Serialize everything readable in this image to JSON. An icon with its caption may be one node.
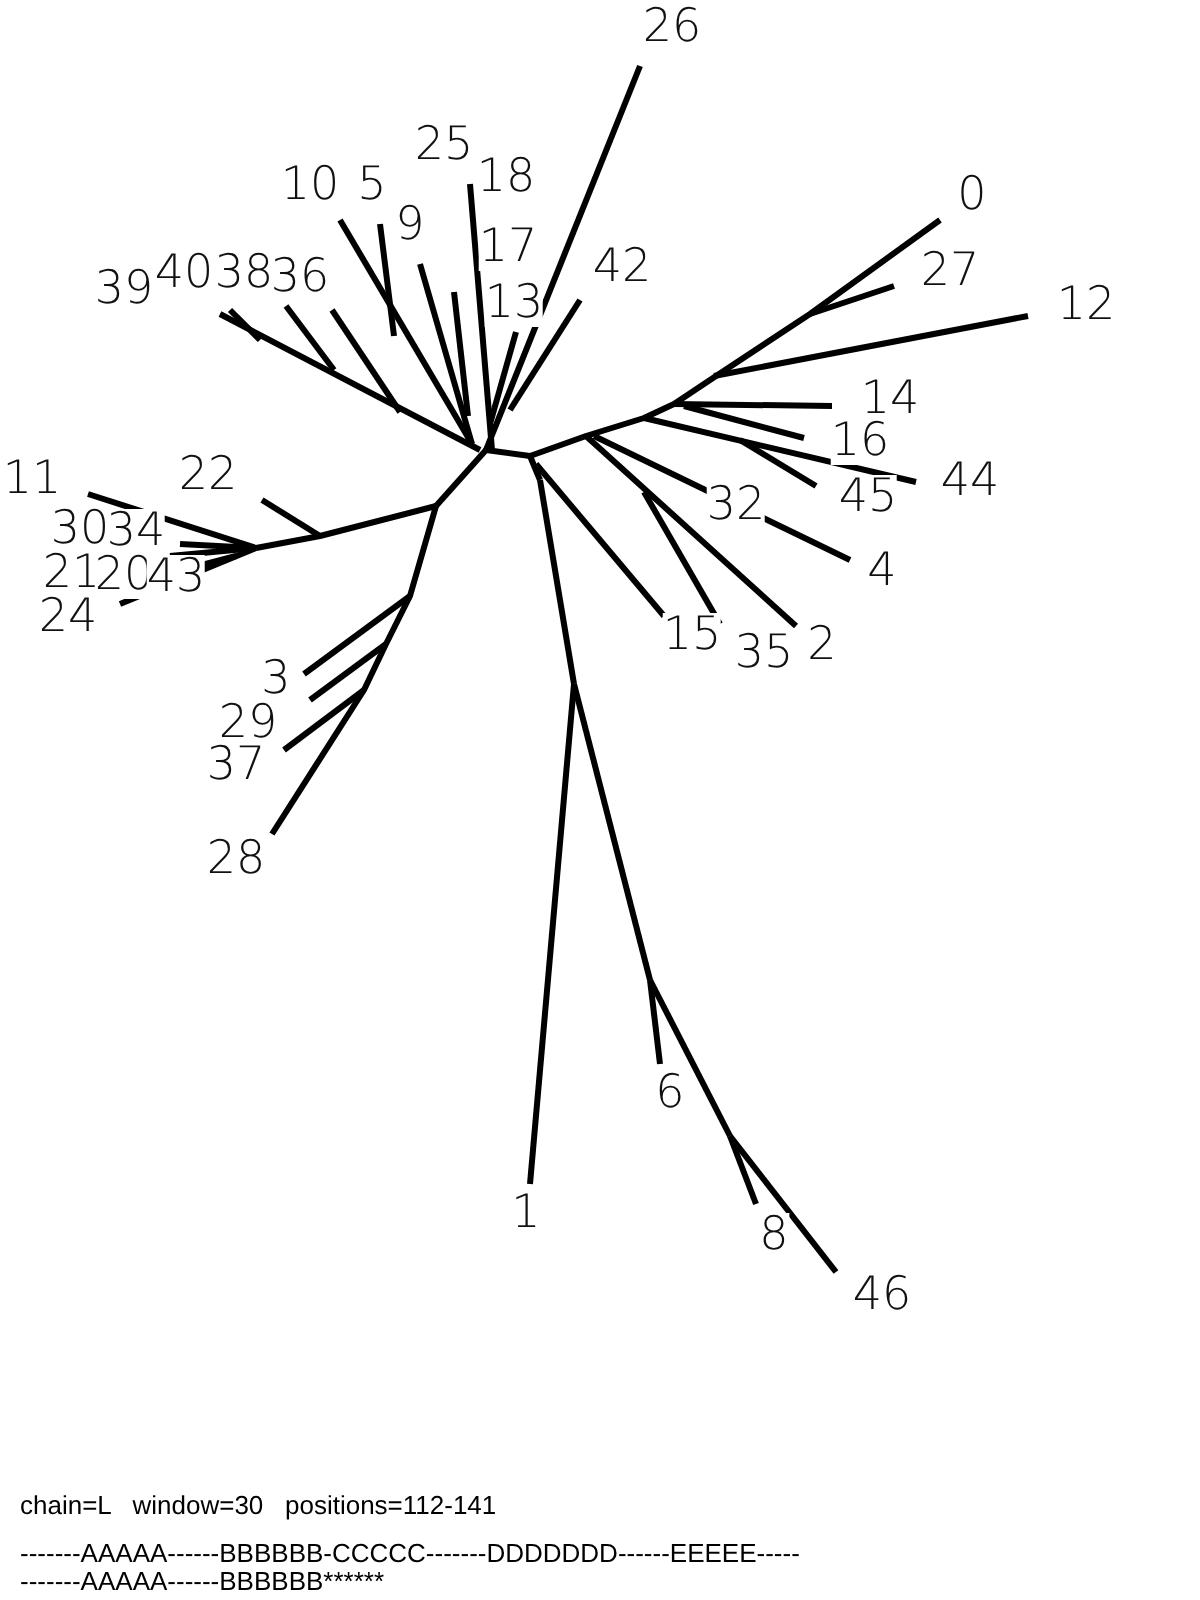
{
  "diagram": {
    "labels": [
      "26",
      "25",
      "10",
      "5",
      "18",
      "0",
      "9",
      "17",
      "39",
      "40",
      "38",
      "36",
      "42",
      "27",
      "13",
      "12",
      "14",
      "16",
      "11",
      "22",
      "32",
      "45",
      "44",
      "30",
      "34",
      "21",
      "20",
      "43",
      "4",
      "24",
      "15",
      "35",
      "2",
      "3",
      "29",
      "37",
      "28",
      "6",
      "1",
      "8",
      "46",
      "chain=L   window=30   positions=112-141",
      "-------AAAAA------BBBBBB-CCCCC-------DDDDDDD------EEEEE-----",
      "-------AAAAA------BBBBBB******"
    ]
  }
}
